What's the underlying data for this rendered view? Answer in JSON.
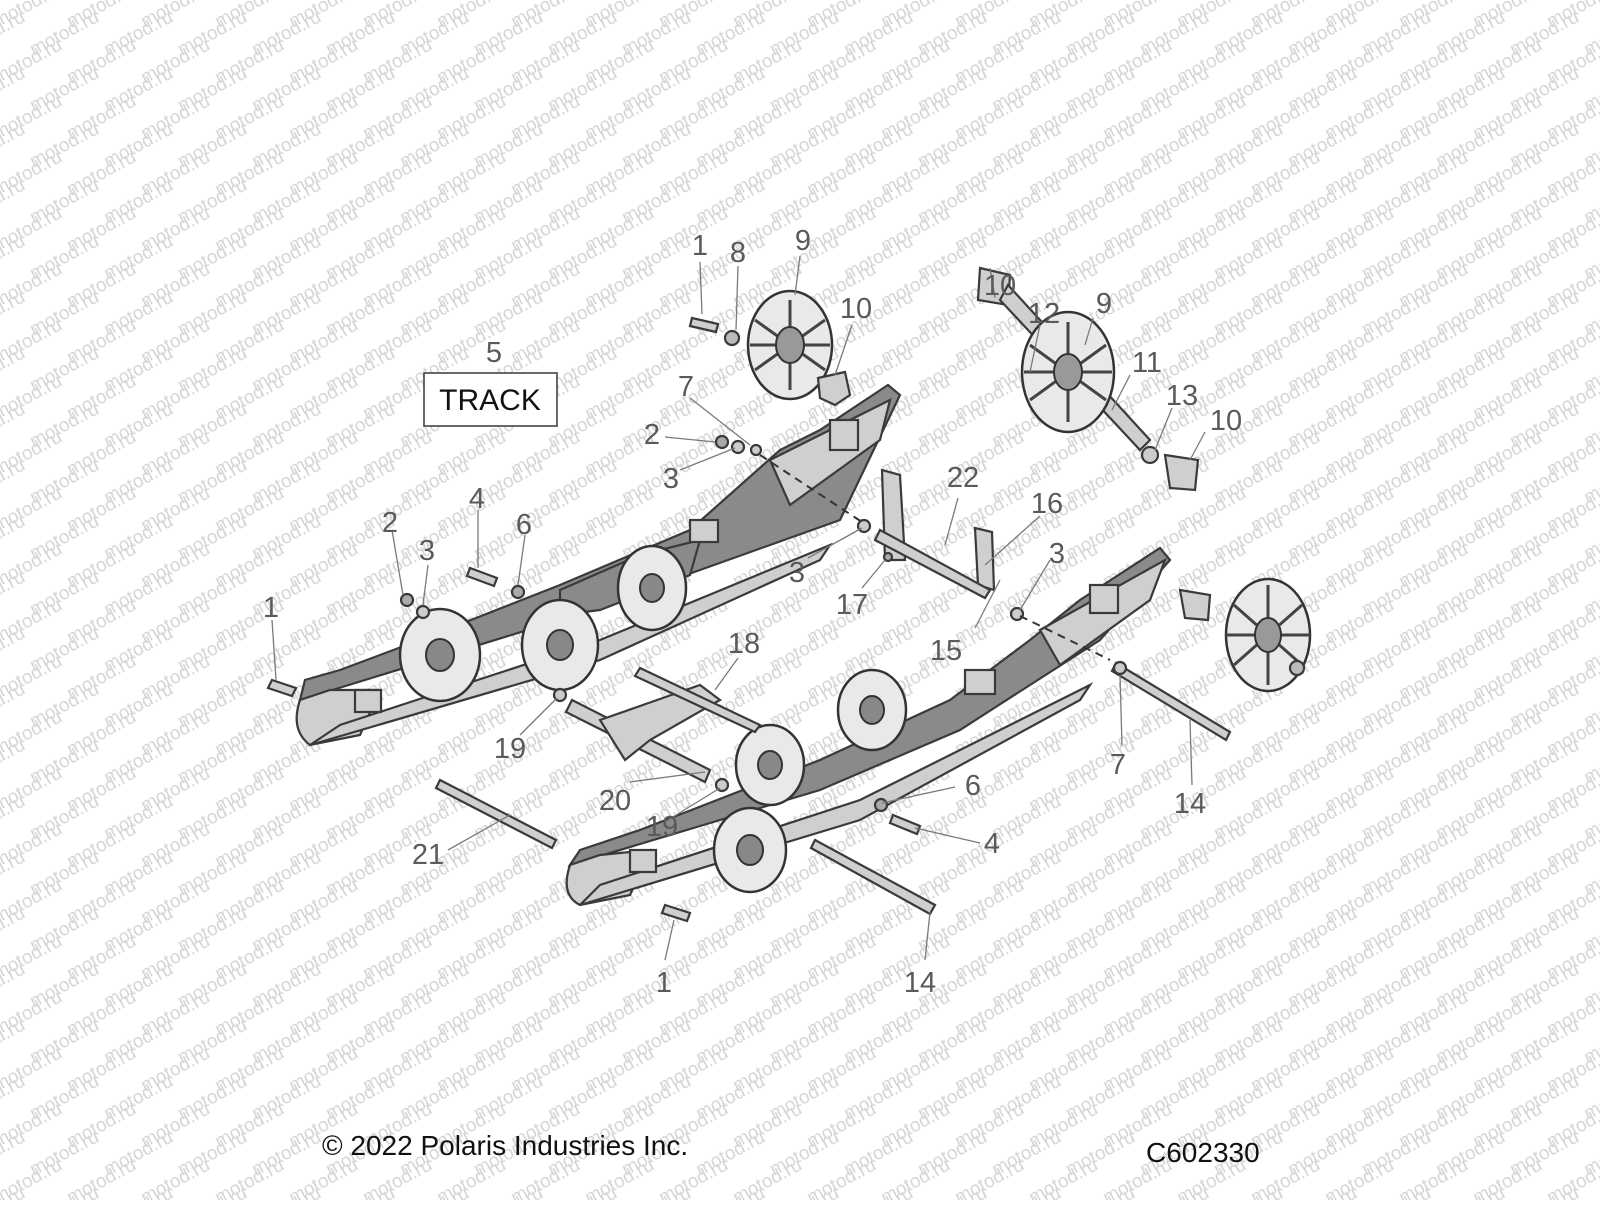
{
  "watermark": "motod.ru",
  "track_label": "TRACK",
  "copyright": "© 2022 Polaris Industries Inc.",
  "diagram_code": "C602330",
  "callouts": {
    "c1a": "1",
    "c8": "8",
    "c9a": "9",
    "c10a": "10",
    "c10b": "10",
    "c12": "12",
    "c9b": "9",
    "c11": "11",
    "c13": "13",
    "c10c": "10",
    "c5": "5",
    "c7a": "7",
    "c2a": "2",
    "c3a": "3",
    "c22": "22",
    "c16": "16",
    "c3b": "3",
    "c3c": "3",
    "c17": "17",
    "c15": "15",
    "c2b": "2",
    "c3d": "3",
    "c4a": "4",
    "c6a": "6",
    "c1b": "1",
    "c18": "18",
    "c19a": "19",
    "c20": "20",
    "c19b": "19",
    "c21": "21",
    "c6b": "6",
    "c4b": "4",
    "c7b": "7",
    "c14a": "14",
    "c1c": "1",
    "c14b": "14"
  }
}
